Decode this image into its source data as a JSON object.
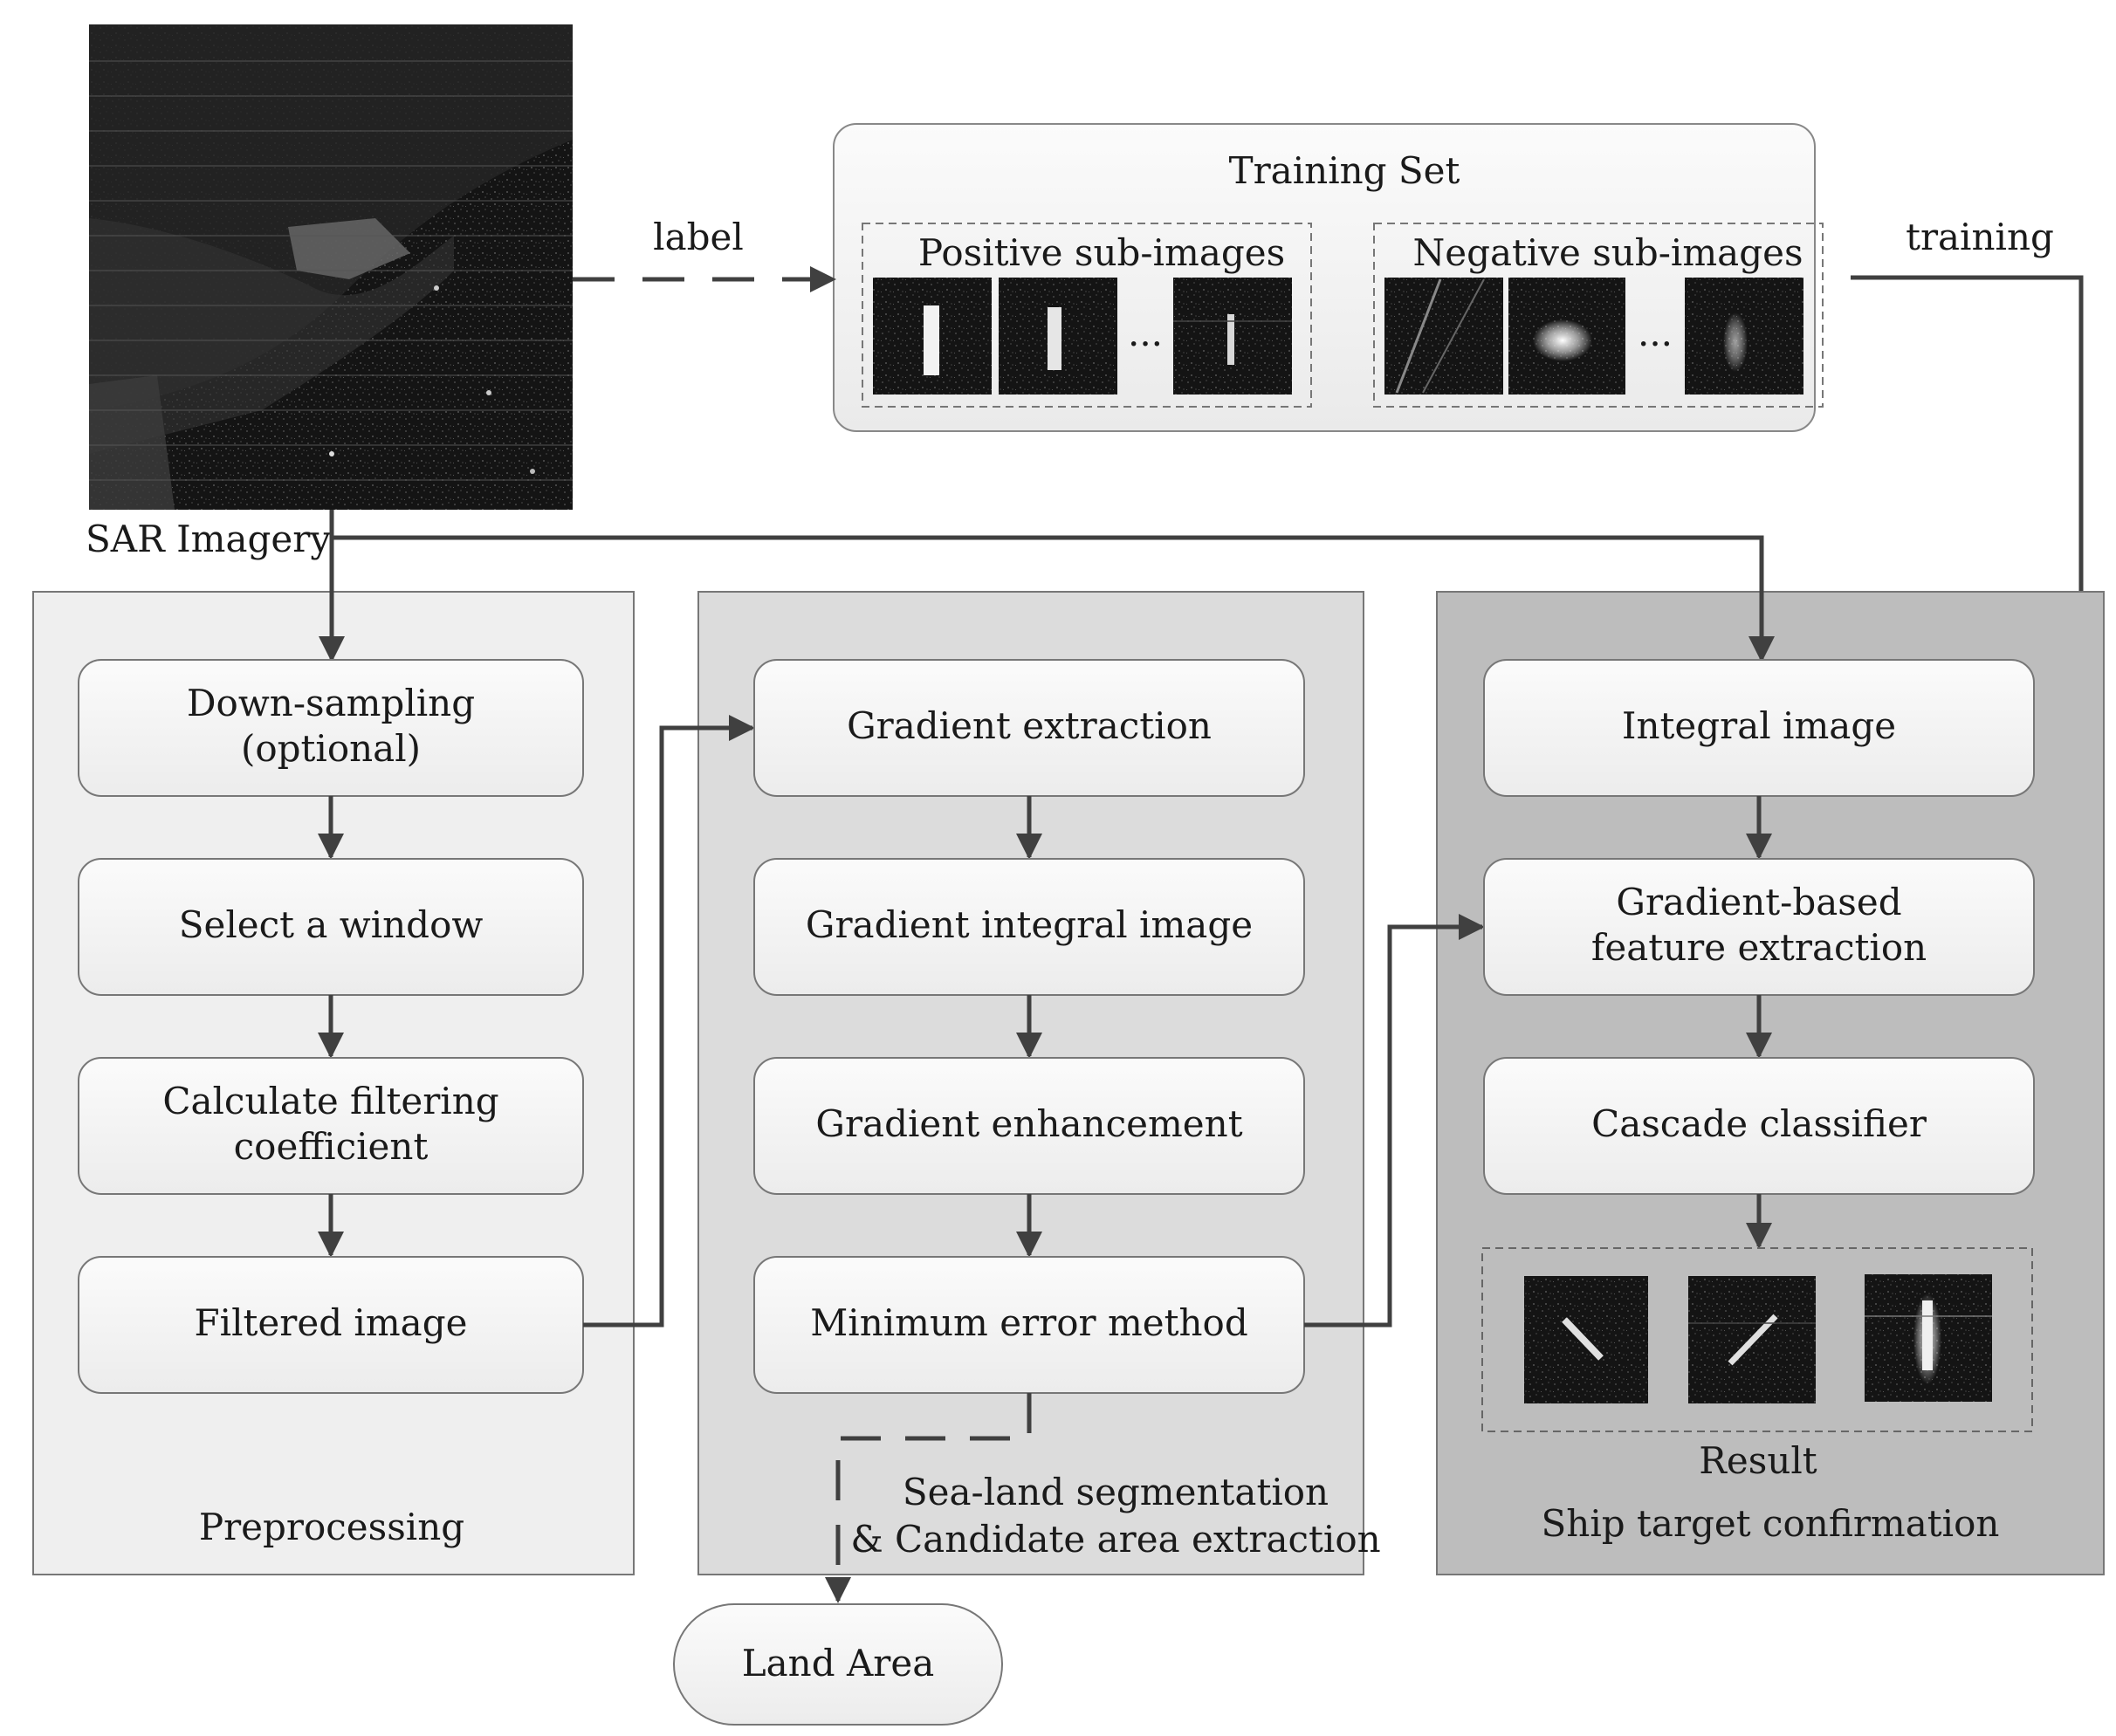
{
  "sar": {
    "label": "SAR Imagery",
    "edge_label": "label"
  },
  "training_set": {
    "title": "Training Set",
    "positive": "Positive sub-images",
    "negative": "Negative sub-images",
    "ellipsis": "...",
    "edge_label": "training"
  },
  "preprocessing": {
    "title": "Preprocessing",
    "steps": [
      {
        "lines": [
          "Down-sampling",
          "(optional)"
        ]
      },
      {
        "lines": [
          "Select a window"
        ]
      },
      {
        "lines": [
          "Calculate filtering",
          "coefficient"
        ]
      },
      {
        "lines": [
          "Filtered image"
        ]
      }
    ]
  },
  "segmentation": {
    "title_lines": [
      "Sea-land segmentation",
      "& Candidate area extraction"
    ],
    "steps": [
      {
        "lines": [
          "Gradient extraction"
        ]
      },
      {
        "lines": [
          "Gradient integral image"
        ]
      },
      {
        "lines": [
          "Gradient enhancement"
        ]
      },
      {
        "lines": [
          "Minimum error method"
        ]
      }
    ]
  },
  "confirmation": {
    "title": "Ship target confirmation",
    "steps": [
      {
        "lines": [
          "Integral image"
        ]
      },
      {
        "lines": [
          "Gradient-based",
          "feature extraction"
        ]
      },
      {
        "lines": [
          "Cascade classifier"
        ]
      }
    ],
    "result_label": "Result"
  },
  "land_area": {
    "label": "Land Area"
  },
  "colors": {
    "arrow": "#404040",
    "panel_preprocessing": "#efefef",
    "panel_segmentation": "#dcdcdc",
    "panel_confirmation": "#bdbdbd",
    "box_fill": "#f7f7f7"
  }
}
